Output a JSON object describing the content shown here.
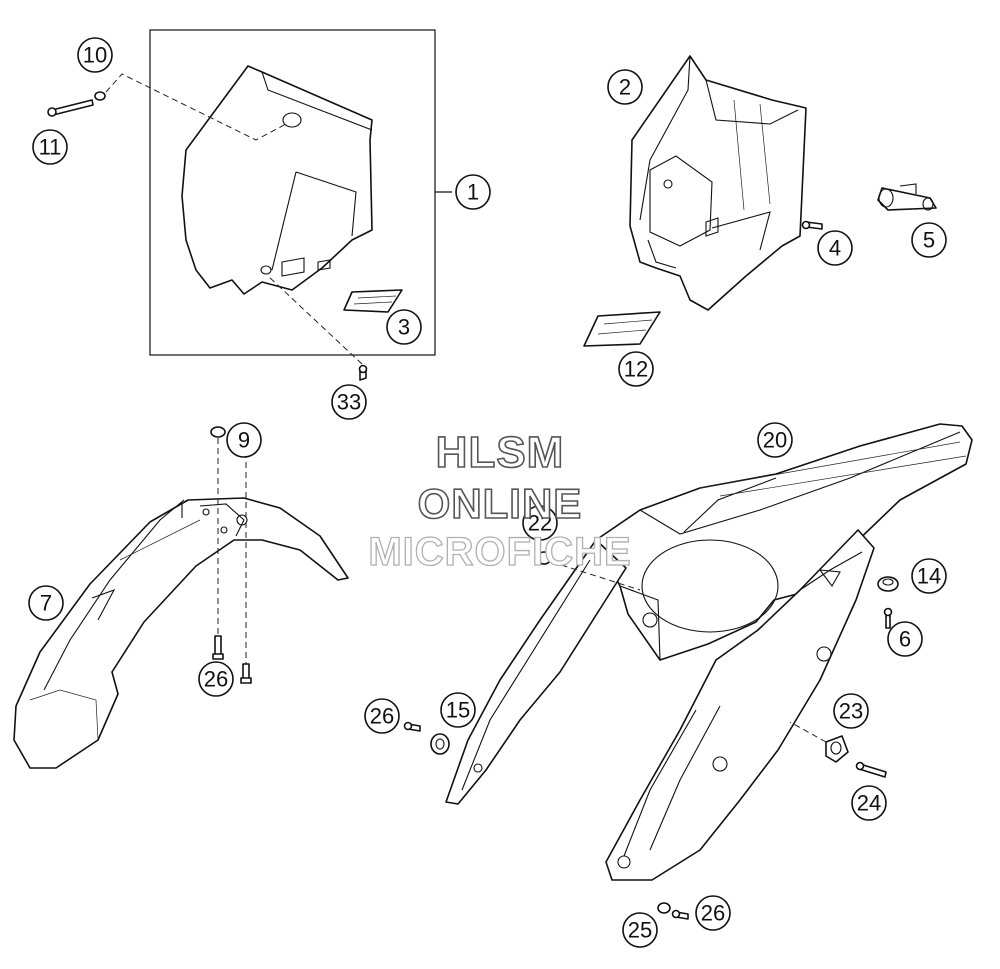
{
  "callouts": [
    {
      "id": "c1",
      "label": "1"
    },
    {
      "id": "c2",
      "label": "2"
    },
    {
      "id": "c3",
      "label": "3"
    },
    {
      "id": "c4",
      "label": "4"
    },
    {
      "id": "c5",
      "label": "5"
    },
    {
      "id": "c6",
      "label": "6"
    },
    {
      "id": "c7",
      "label": "7"
    },
    {
      "id": "c9",
      "label": "9"
    },
    {
      "id": "c10",
      "label": "10"
    },
    {
      "id": "c11",
      "label": "11"
    },
    {
      "id": "c12",
      "label": "12"
    },
    {
      "id": "c14",
      "label": "14"
    },
    {
      "id": "c15",
      "label": "15"
    },
    {
      "id": "c20",
      "label": "20"
    },
    {
      "id": "c22",
      "label": "22"
    },
    {
      "id": "c23",
      "label": "23"
    },
    {
      "id": "c24",
      "label": "24"
    },
    {
      "id": "c25",
      "label": "25"
    },
    {
      "id": "c26a",
      "label": "26"
    },
    {
      "id": "c26b",
      "label": "26"
    },
    {
      "id": "c26c",
      "label": "26"
    },
    {
      "id": "c33",
      "label": "33"
    }
  ],
  "watermark": {
    "line1": "HLSM",
    "line2": "ONLINE",
    "line3": "MICROFICHE"
  }
}
